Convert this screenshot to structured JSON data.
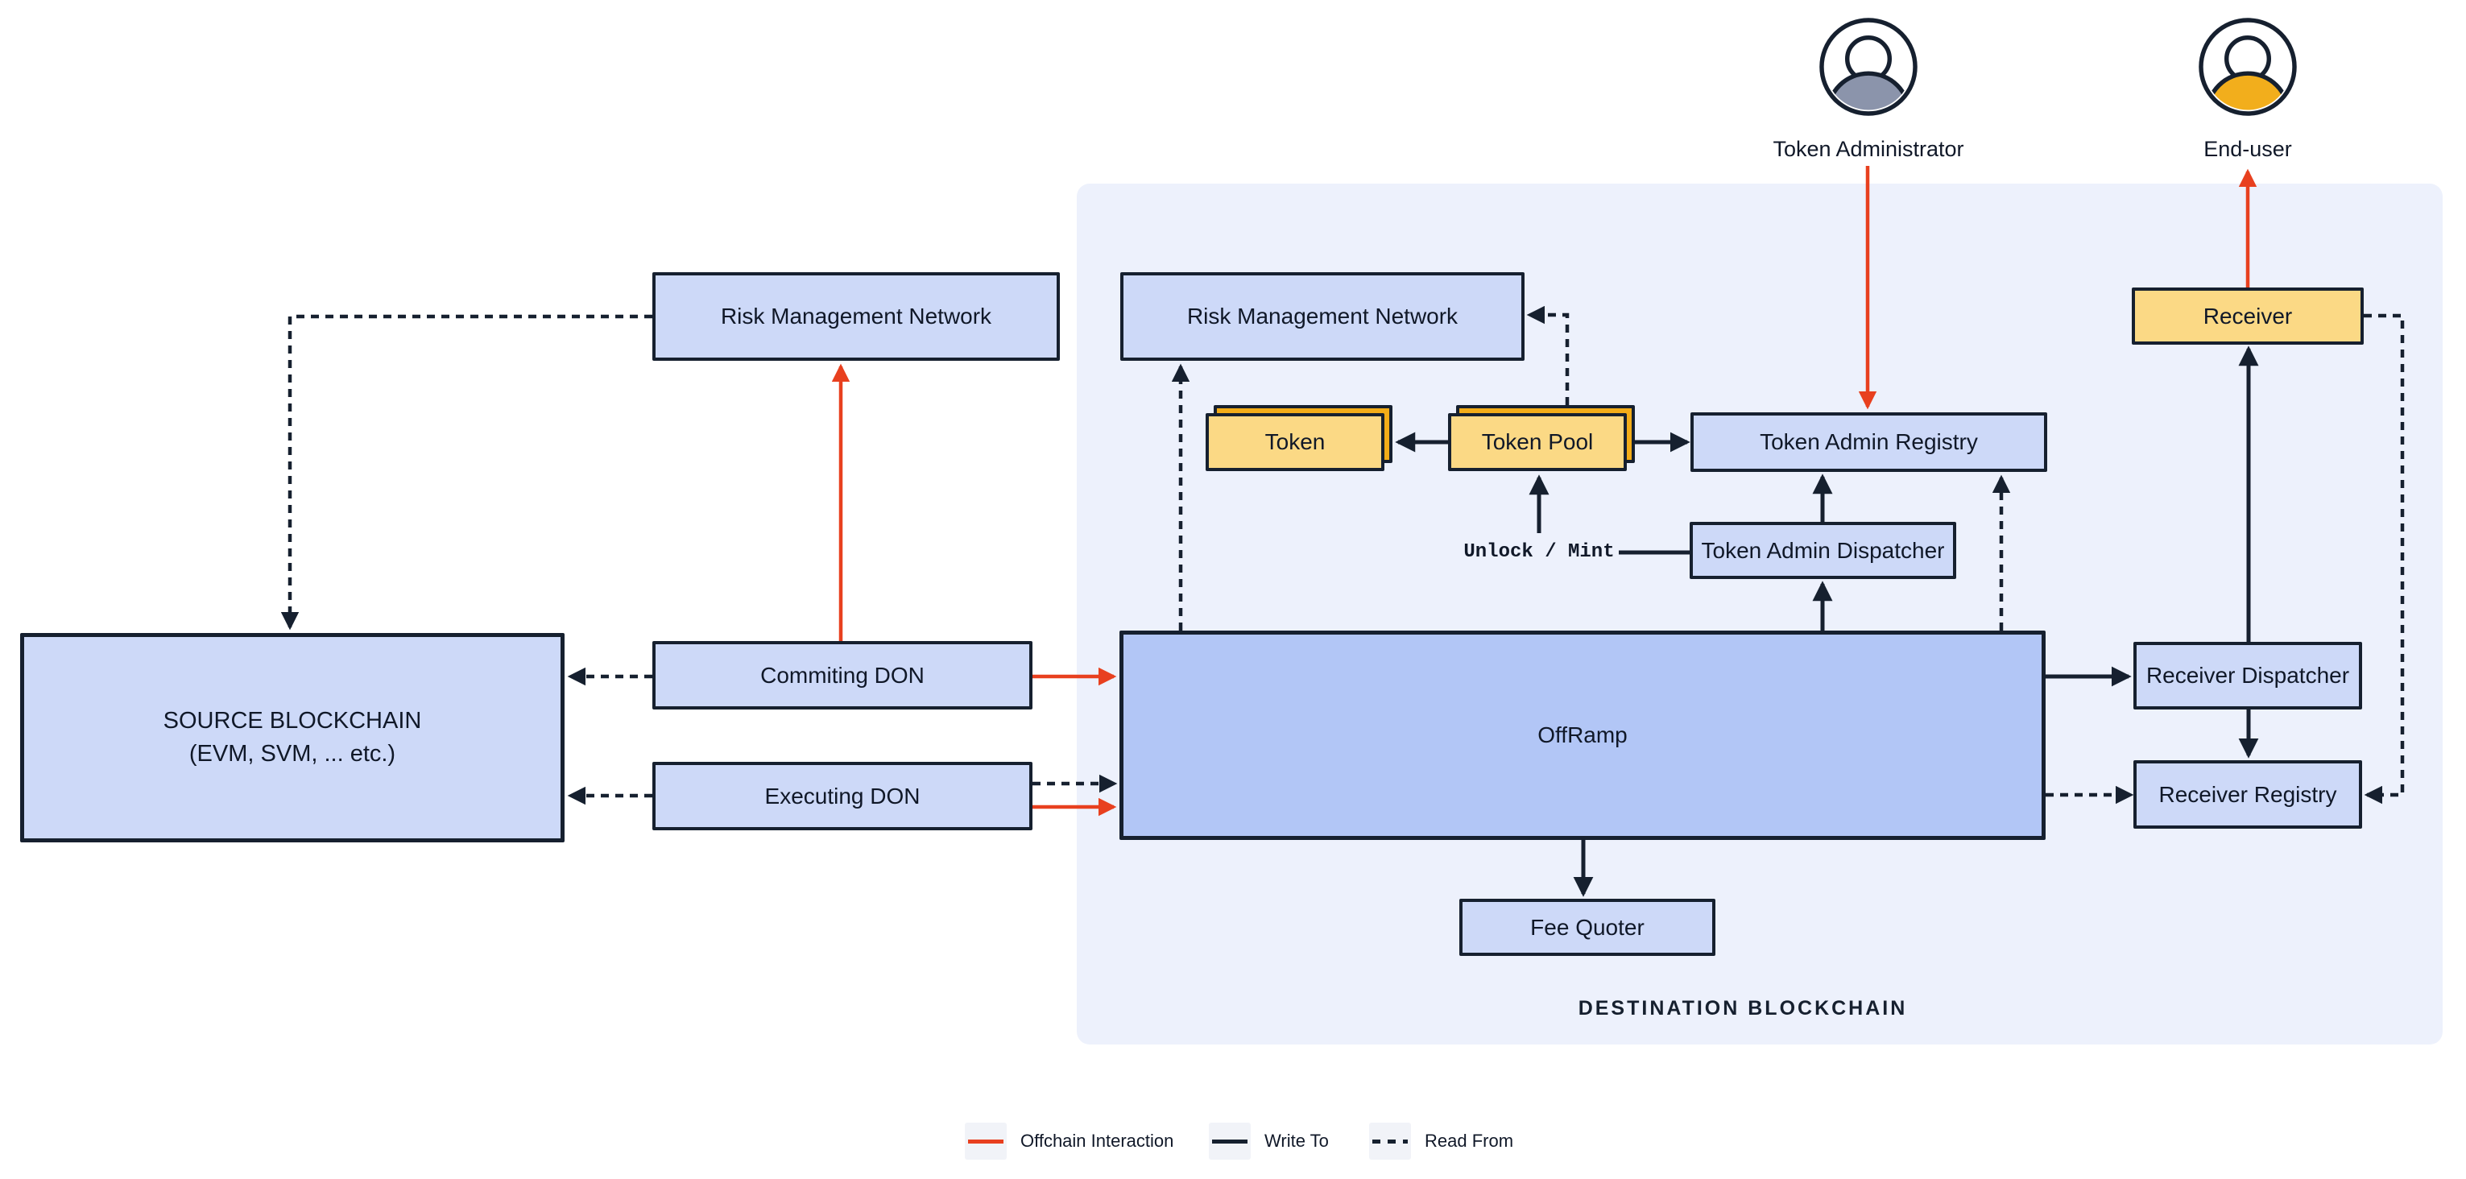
{
  "diagram": {
    "actors": [
      {
        "id": "token-administrator",
        "label": "Token Administrator"
      },
      {
        "id": "end-user",
        "label": "End-user"
      }
    ],
    "regions": {
      "source": {
        "line1": "SOURCE BLOCKCHAIN",
        "line2": "(EVM, SVM, ... etc.)"
      },
      "destination": {
        "label": "DESTINATION BLOCKCHAIN"
      }
    },
    "nodes": {
      "rmn_left": "Risk Management Network",
      "rmn_right": "Risk Management Network",
      "commiting_don": "Commiting DON",
      "executing_don": "Executing DON",
      "offramp": "OffRamp",
      "token": "Token",
      "token_pool": "Token Pool",
      "token_admin_registry": "Token Admin Registry",
      "token_admin_dispatcher": "Token Admin Dispatcher",
      "unlock_mint": "Unlock / Mint",
      "fee_quoter": "Fee Quoter",
      "receiver": "Receiver",
      "receiver_dispatcher": "Receiver Dispatcher",
      "receiver_registry": "Receiver Registry"
    },
    "legend": [
      {
        "style": "offchain",
        "label": "Offchain Interaction"
      },
      {
        "style": "write",
        "label": "Write To"
      },
      {
        "style": "read",
        "label": "Read From"
      }
    ],
    "colors": {
      "offchain_red": "#E8401F",
      "box_blue": "#CDD9F8",
      "offramp_blue": "#B2C6F6",
      "yellow": "#FBD985",
      "yellow_back": "#F2AC18",
      "panel_background": "#EDF1FC",
      "ink": "#16202F",
      "admin_shoulders": "#8B94AB",
      "enduser_shoulders": "#F2AE1C"
    }
  }
}
